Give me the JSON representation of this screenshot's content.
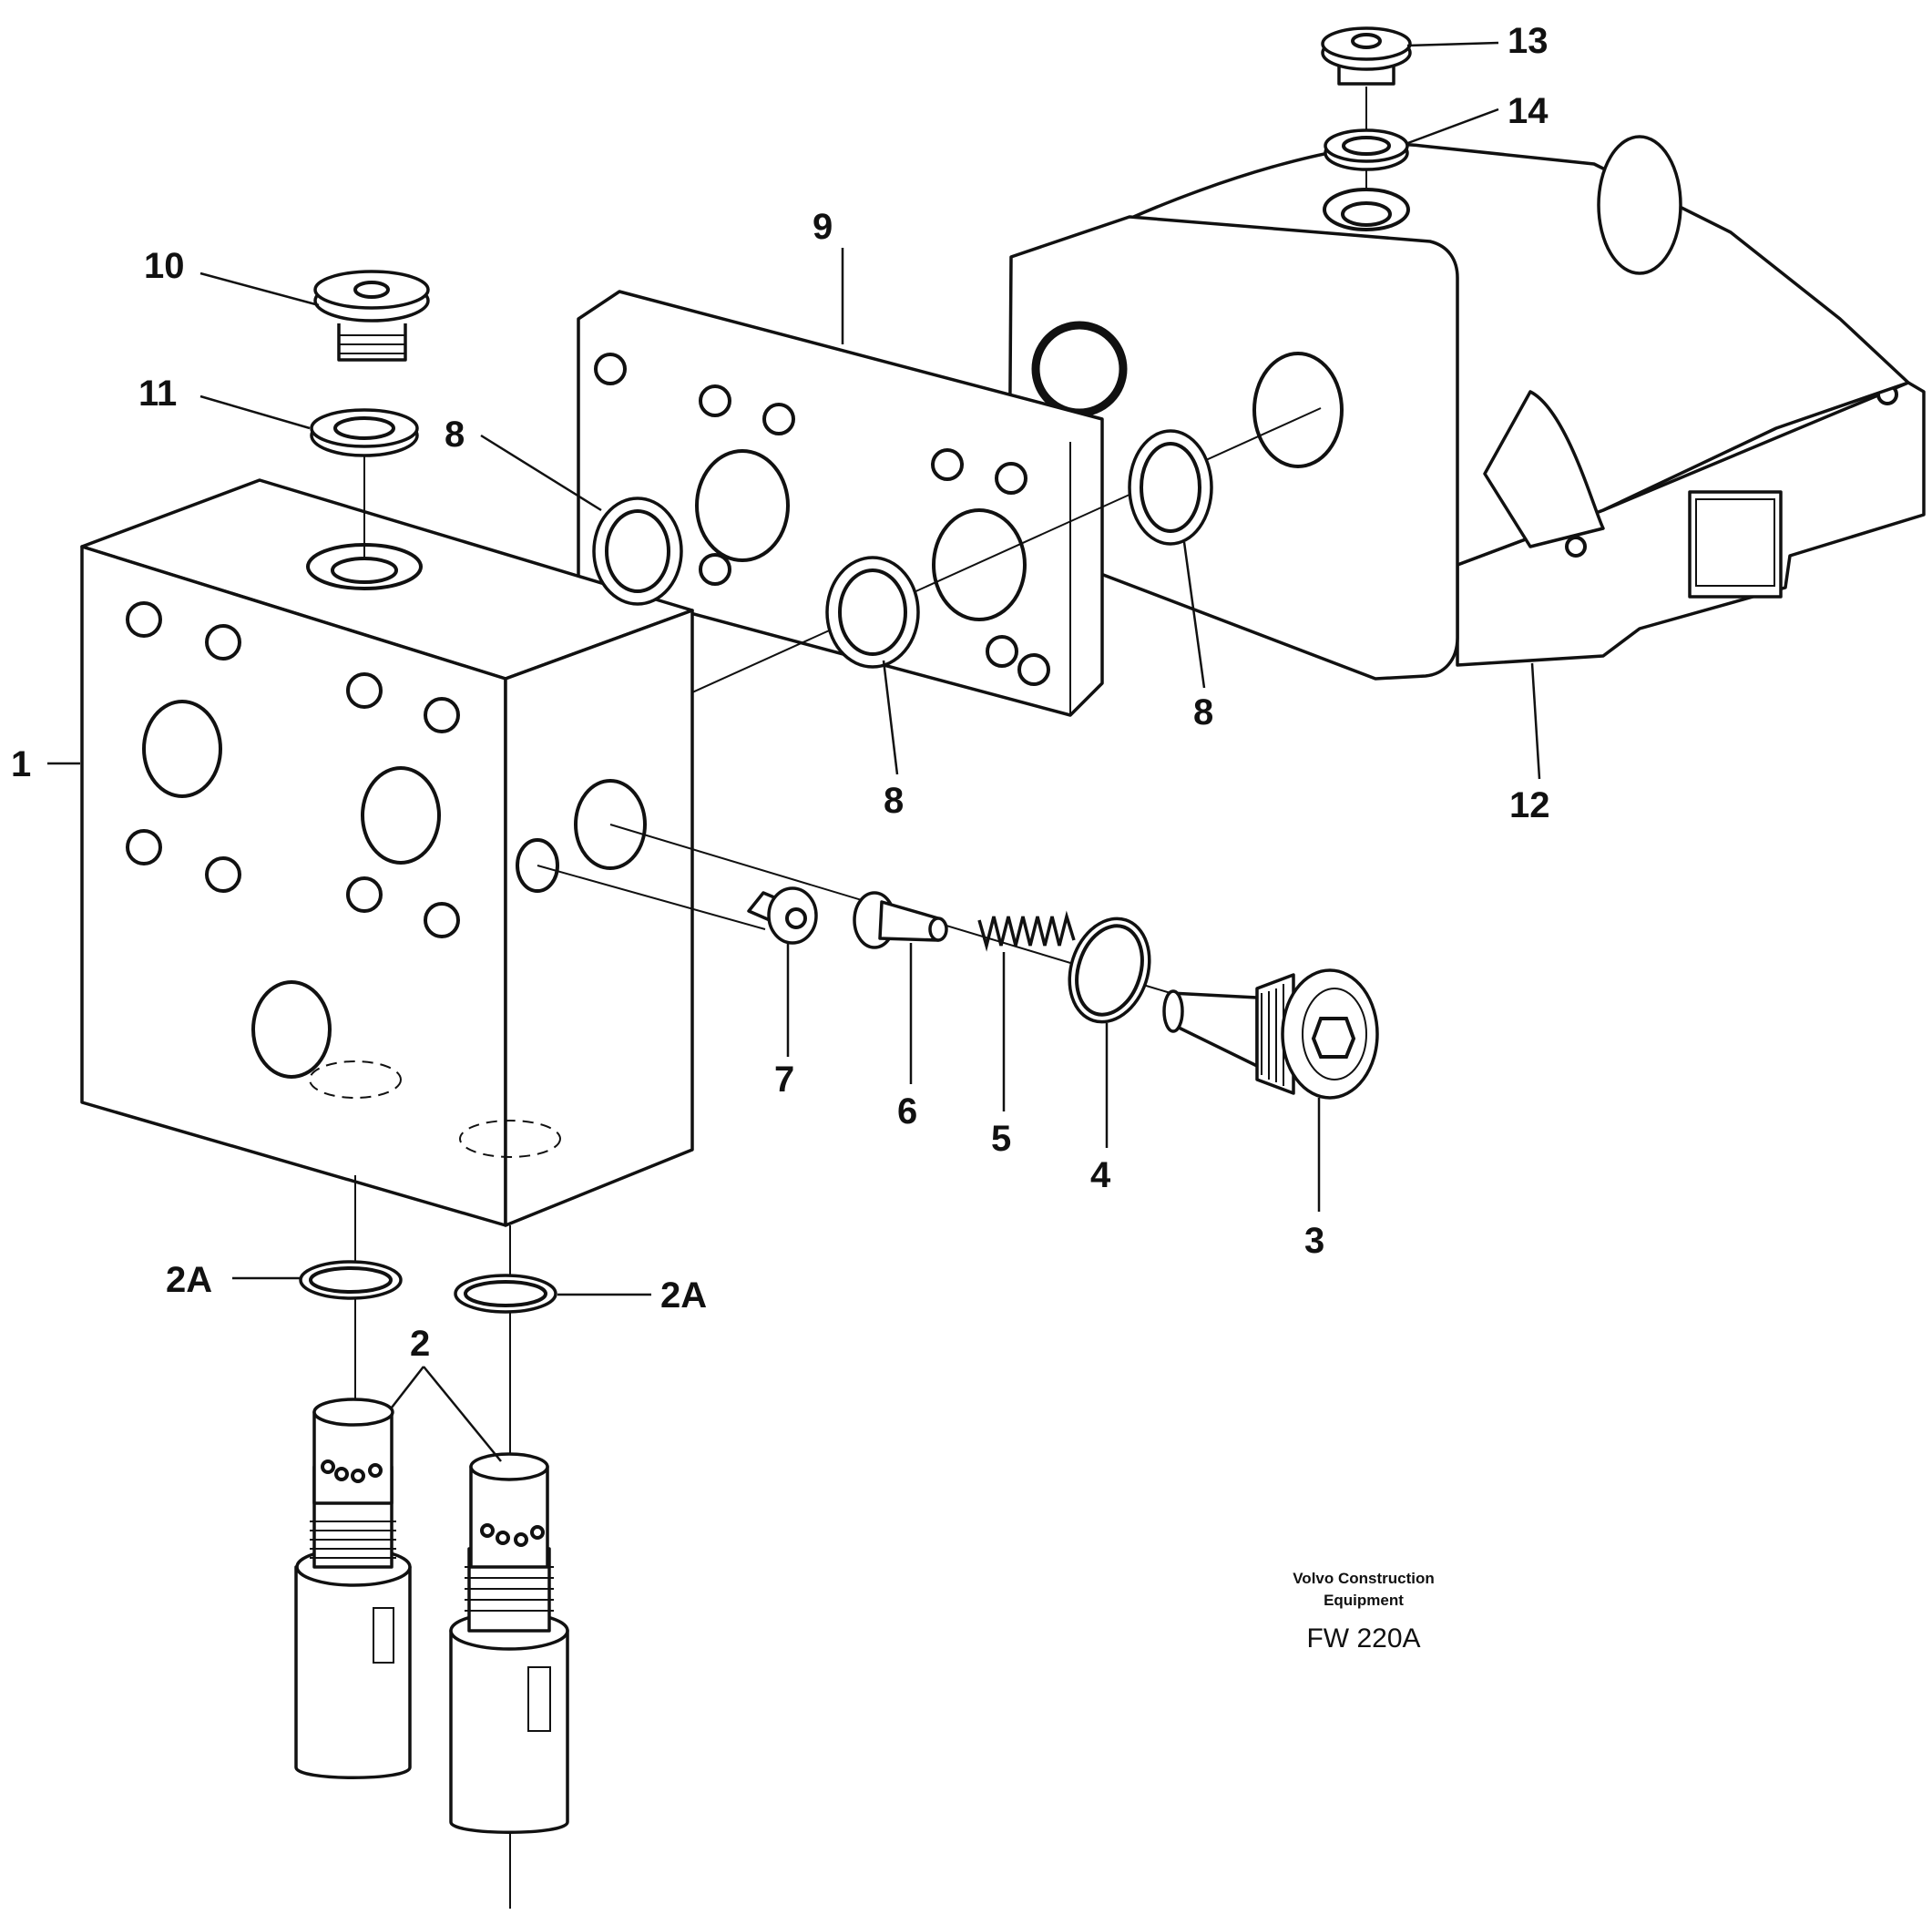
{
  "callouts": {
    "c1": "1",
    "c2": "2",
    "c2a_left": "2A",
    "c2a_right": "2A",
    "c3": "3",
    "c4": "4",
    "c5": "5",
    "c6": "6",
    "c7": "7",
    "c8_a": "8",
    "c8_b": "8",
    "c8_c": "8",
    "c9": "9",
    "c10": "10",
    "c11": "11",
    "c12": "12",
    "c13": "13",
    "c14": "14"
  },
  "reference": {
    "company_line1": "Volvo Construction",
    "company_line2": "Equipment",
    "drawing_code": "FW 220A"
  }
}
